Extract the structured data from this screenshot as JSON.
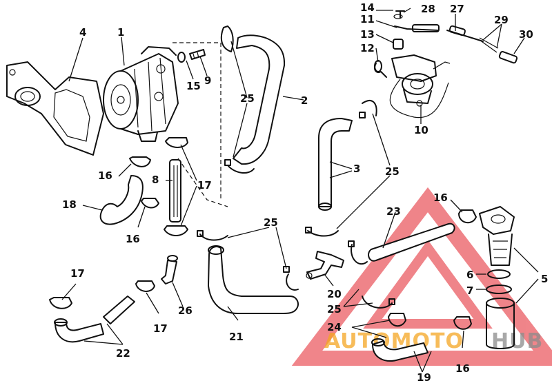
{
  "labels": {
    "n1": "1",
    "n2": "2",
    "n3": "3",
    "n4": "4",
    "n5": "5",
    "n6": "6",
    "n7": "7",
    "n8": "8",
    "n9": "9",
    "n10": "10",
    "n11": "11",
    "n12": "12",
    "n13": "13",
    "n14": "14",
    "n15": "15",
    "n16a": "16",
    "n16b": "16",
    "n16c": "16",
    "n16d": "16",
    "n17a": "17",
    "n17b": "17",
    "n17c": "17",
    "n18": "18",
    "n19": "19",
    "n20": "20",
    "n21": "21",
    "n22": "22",
    "n23": "23",
    "n24": "24",
    "n25a": "25",
    "n25b": "25",
    "n25c": "25",
    "n25d": "25",
    "n26": "26",
    "n27": "27",
    "n28": "28",
    "n29": "29",
    "n30": "30"
  },
  "watermark": {
    "text_orange": "AUTOMOTO",
    "text_grey": "HUB",
    "color_red": "#e3202a",
    "color_orange": "#f5a623",
    "color_grey": "#8c8c8c"
  }
}
